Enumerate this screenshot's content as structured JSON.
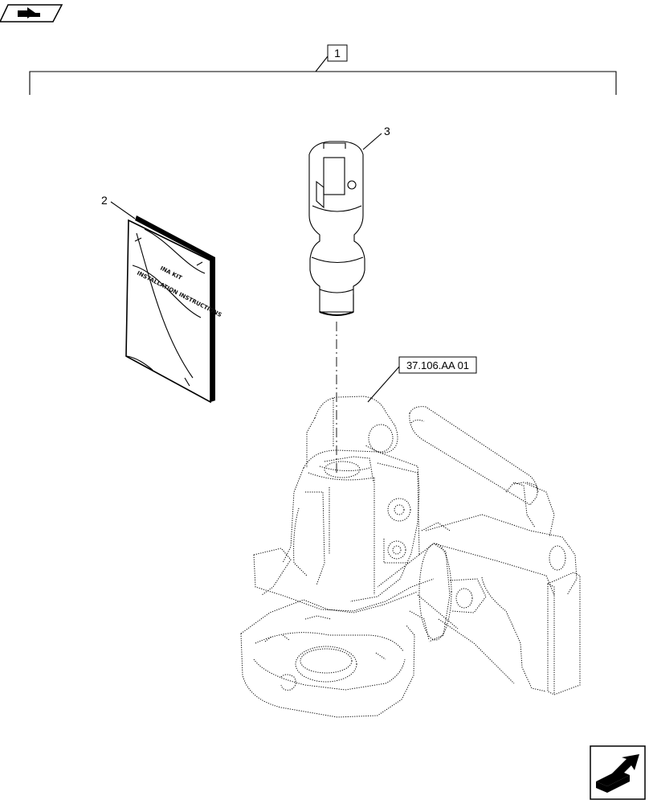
{
  "callouts": {
    "kit_number": "1",
    "manual_number": "2",
    "pin_number": "3",
    "reference_label": "37.106.AA 01"
  },
  "manual_cover": {
    "line1": "INA KIT",
    "line2": "INSTALLATION INSTRUCTIONS"
  },
  "icons": {
    "top_left": "previous-page-arrow-icon",
    "bottom_right": "next-page-arrow-icon"
  }
}
